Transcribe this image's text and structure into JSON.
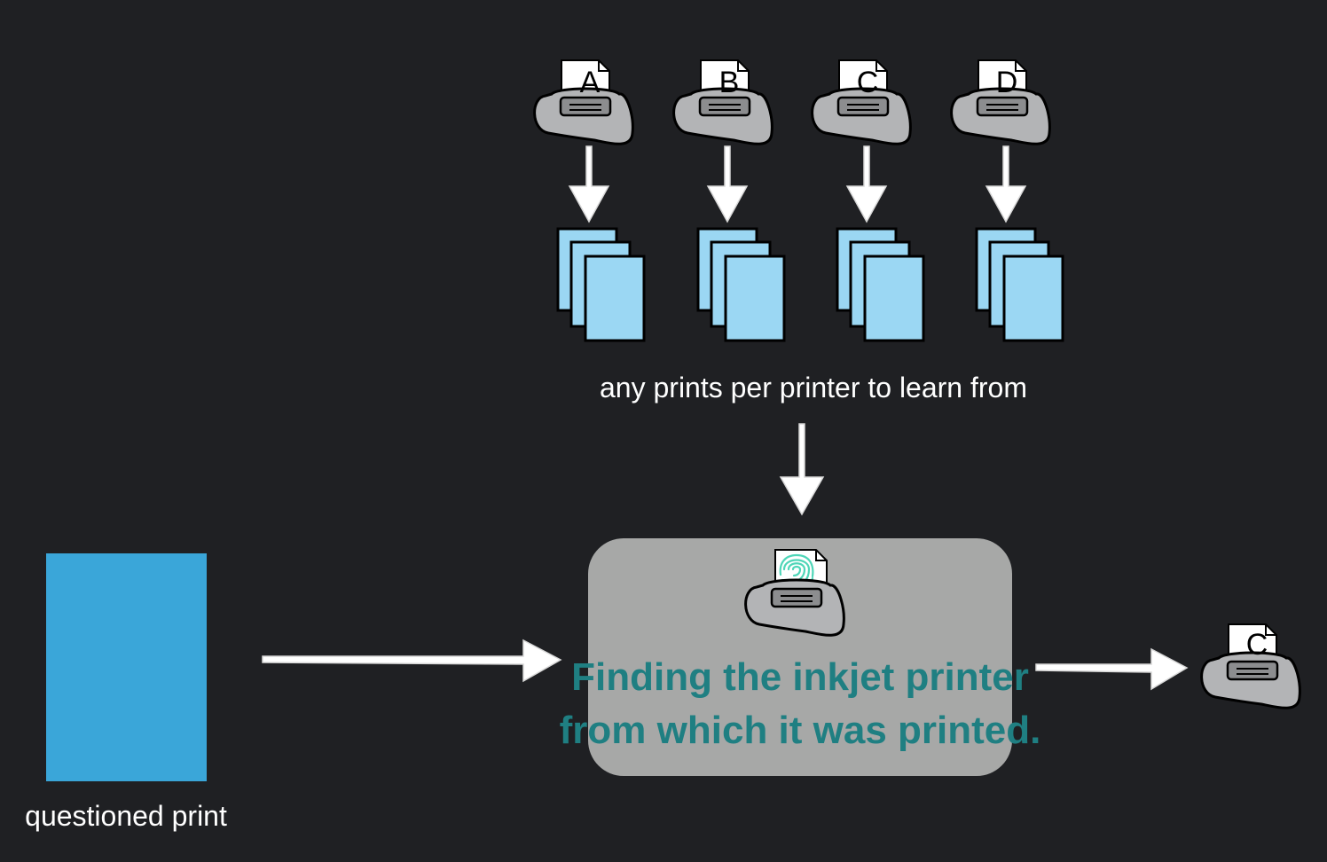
{
  "diagram": {
    "training_printers": [
      {
        "label": "A"
      },
      {
        "label": "B"
      },
      {
        "label": "C"
      },
      {
        "label": "D"
      }
    ],
    "training_label": "any prints per printer to learn from",
    "questioned_label": "questioned print",
    "process": {
      "line1": "Finding the inkjet printer",
      "line2": "from which it was printed.",
      "icon": "fingerprint-printer-icon"
    },
    "result_printer": {
      "label": "C"
    },
    "colors": {
      "background": "#1f2023",
      "printer_body": "#b3b4b6",
      "sample_sheet": "#9bd7f3",
      "questioned_sheet": "#3aa6d9",
      "process_box": "#a7a8a7",
      "process_text": "#1f7f82",
      "fingerprint": "#4fd6b8"
    }
  }
}
